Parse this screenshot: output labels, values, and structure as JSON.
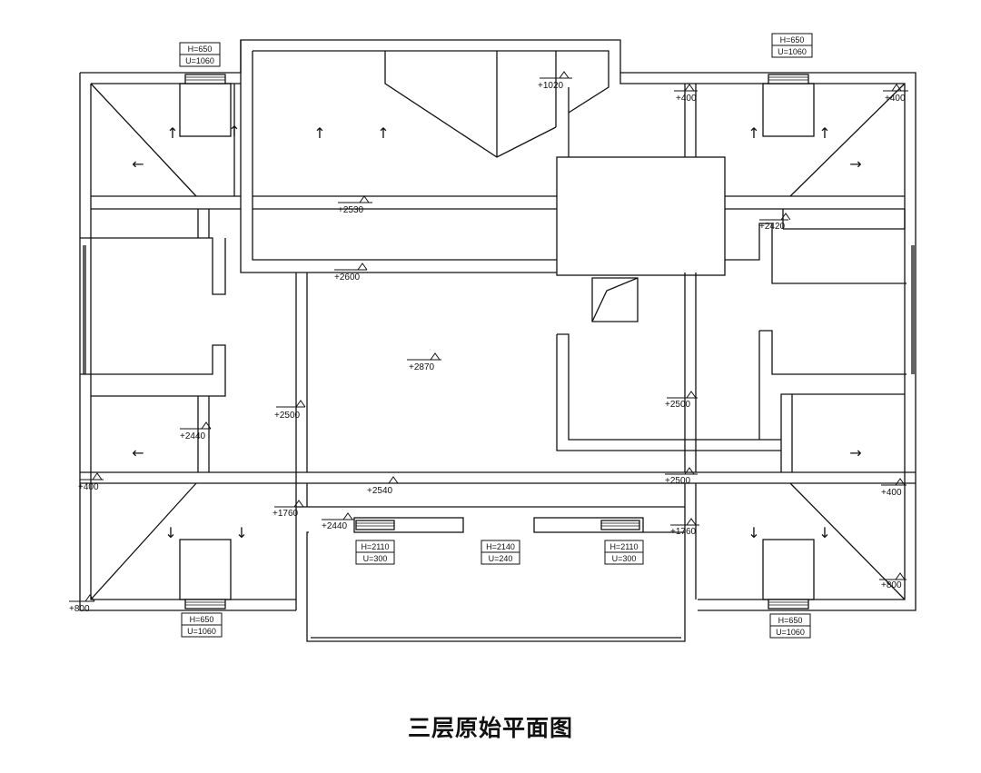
{
  "title": "三层原始平面图",
  "levels": {
    "l1020": "+1020",
    "l400_tr_a": "+400",
    "l400_tr_b": "+400",
    "l2530": "+2530",
    "l2420": "+2420",
    "l2600": "+2600",
    "l2870": "+2870",
    "l2500_l": "+2500",
    "l2500_r": "+2500",
    "l2440_l": "+2440",
    "l400_l": "+400",
    "l2540": "+2540",
    "l2500_c": "+2500",
    "l400_r": "+400",
    "l1760_l": "+1760",
    "l2440_b": "+2440",
    "l1760_r": "+1760",
    "l800_r": "+800",
    "l800_l": "+800"
  },
  "windows": {
    "tl": {
      "h": "H=650",
      "u": "U=1060"
    },
    "tr": {
      "h": "H=650",
      "u": "U=1060"
    },
    "bl": {
      "h": "H=650",
      "u": "U=1060"
    },
    "br": {
      "h": "H=650",
      "u": "U=1060"
    },
    "b1": {
      "h": "H=2110",
      "u": "U=300"
    },
    "b2": {
      "h": "H=2140",
      "u": "U=240"
    },
    "b3": {
      "h": "H=2110",
      "u": "U=300"
    }
  },
  "arrows": {
    "up": "↑",
    "down": "↓",
    "left": "←",
    "right": "→"
  }
}
